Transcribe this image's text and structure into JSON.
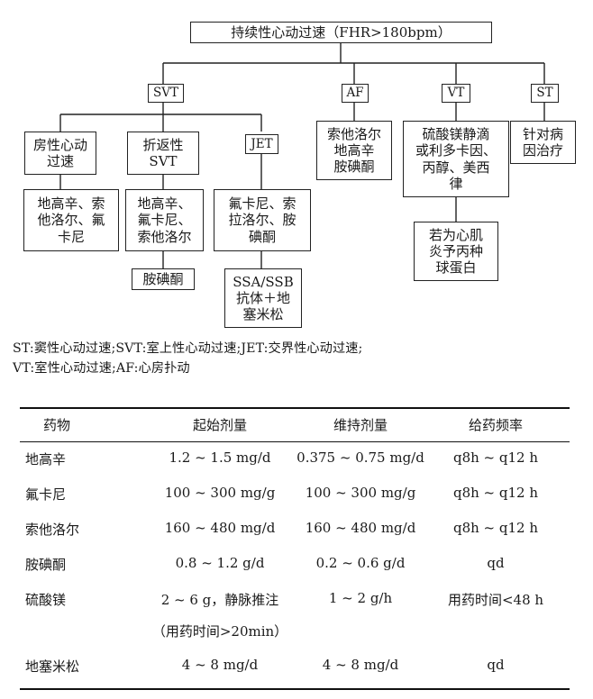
{
  "flowchart": {
    "root": "持续性心动过速（FHR>180bpm）",
    "svt": "SVT",
    "af": "AF",
    "vt": "VT",
    "st": "ST",
    "sinus": "房性心动\n过速",
    "reentrant": "折返性\nSVT",
    "jet": "JET",
    "af_drugs": "索他洛尔\n地高辛\n胺碘酮",
    "vt_drugs": "硫酸镁静滴\n或利多卡因、\n丙醇、美西\n律",
    "st_drugs": "针对病\n因治疗",
    "sinus_drugs": "地高辛、索\n他洛尔、氟\n卡尼",
    "reentrant_drugs": "地高辛、\n氟卡尼、\n索他洛尔",
    "jet_drugs": "氟卡尼、索\n拉洛尔、胺\n碘酮",
    "amiodarone": "胺碘酮",
    "ssa": "SSA/SSB\n抗体＋地\n塞米松",
    "myocarditis": "若为心肌\n炎予丙种\n球蛋白"
  },
  "legend": {
    "line1": "ST:窦性心动过速;SVT:室上性心动过速;JET:交界性心动过速;",
    "line2": "VT:室性心动过速;AF:心房扑动"
  },
  "table": {
    "headers": [
      "药物",
      "起始剂量",
      "维持剂量",
      "给药频率"
    ],
    "rows": [
      [
        "地高辛",
        "1.2 ~ 1.5 mg/d",
        "0.375 ~ 0.75 mg/d",
        "q8h ~ q12 h"
      ],
      [
        "氟卡尼",
        "100 ~ 300 mg/g",
        "100 ~ 300 mg/g",
        "q8h ~ q12 h"
      ],
      [
        "索他洛尔",
        "160 ~ 480 mg/d",
        "160 ~ 480 mg/d",
        "q8h ~ q12 h"
      ],
      [
        "胺碘酮",
        "0.8 ~ 1.2 g/d",
        "0.2 ~ 0.6 g/d",
        "qd"
      ],
      [
        "硫酸镁",
        "2 ~ 6 g，静脉推注",
        "1 ~ 2 g/h",
        "用药时间<48 h"
      ],
      [
        "",
        "（用药时间>20min）",
        "",
        ""
      ],
      [
        "地塞米松",
        "4 ~ 8 mg/d",
        "4 ~ 8 mg/d",
        "qd"
      ]
    ]
  }
}
